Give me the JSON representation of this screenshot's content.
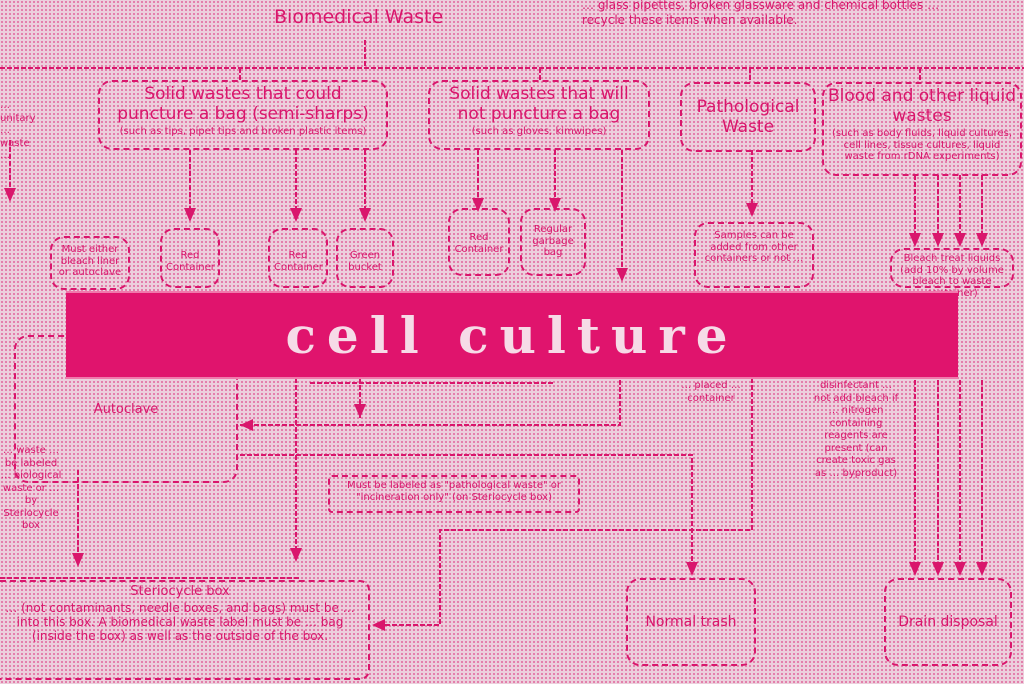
{
  "banner": {
    "text": "cell culture"
  },
  "diagram": {
    "title": "Biomedical Waste",
    "top_note": "… glass pipettes, broken glassware and chemical bottles … recycle these items when available.",
    "categories": [
      {
        "title": "Solid wastes that could puncture a bag (semi-sharps)",
        "subtitle": "(such as tips, pipet tips and broken plastic items)"
      },
      {
        "title": "Solid wastes that will not puncture a bag",
        "subtitle": "(such as gloves, kimwipes)"
      },
      {
        "title": "Pathological Waste",
        "subtitle": ""
      },
      {
        "title": "Blood and other liquid wastes",
        "subtitle": "(such as body fluids, liquid cultures, cell lines, tissue cultures, liquid waste from rDNA experiments)"
      }
    ],
    "containers": {
      "red1": "Red Container",
      "red2": "Red Container",
      "green": "Green bucket",
      "red3": "Red Container",
      "regular": "Regular garbage bag",
      "bleach": "Bleach treat liquids (add 10% by volume bleach to waste container)",
      "autoclave": "Autoclave",
      "steri_box": "Steriocycle box",
      "normal_trash": "Normal trash",
      "drain": "Drain disposal"
    },
    "notes": {
      "left_bleach": "Must either bleach liner or autoclave",
      "pathological_small": "Samples can be added from other containers or not …",
      "placed": "… placed … container",
      "left_label": "… waste … be labeled … biological waste or … by Steriocycle box",
      "label_pathological": "Must be labeled as \"pathological waste\" or \"incineration only\" (on Steriocycle box)",
      "disinfectant": "disinfectant … not add bleach if … nitrogen containing reagents are present (can create toxic gas as … byproduct)",
      "steri_text": "… (not contaminants, needle boxes, and bags) must be … into this box. A biomedical waste label must be … bag (inside the box) as well as the outside of the box.",
      "left_edge": "… unitary … waste …"
    }
  }
}
